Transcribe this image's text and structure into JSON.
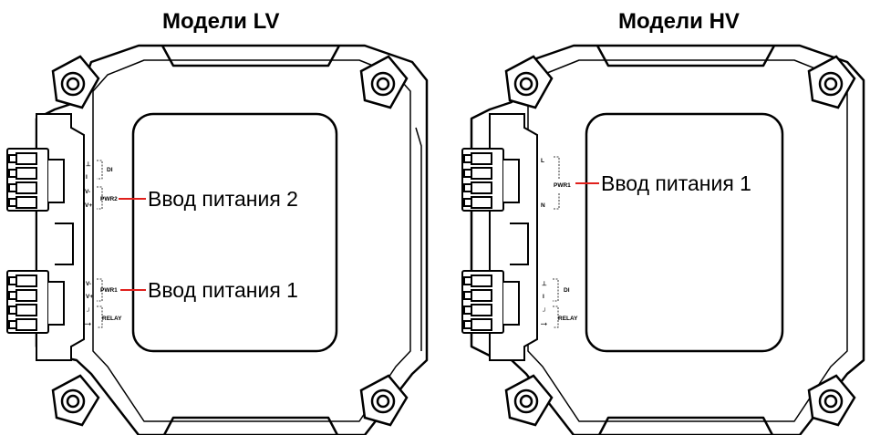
{
  "left": {
    "title": "Модели LV",
    "callout_top": "Ввод питания 2",
    "callout_bottom": "Ввод питания 1",
    "top_block": {
      "pins": [
        "⊥",
        "I",
        "V-",
        "V+"
      ],
      "group1": "DI",
      "group2": "PWR2"
    },
    "bottom_block": {
      "pins": [
        "V-",
        "V+",
        "┘",
        "⤍"
      ],
      "group1": "PWR1",
      "group2": "RELAY"
    }
  },
  "right": {
    "title": "Модели HV",
    "callout": "Ввод питания 1",
    "top_block": {
      "pins": [
        "L",
        "N"
      ],
      "group1": "PWR1"
    },
    "bottom_block": {
      "pins": [
        "⊥",
        "I",
        "┘",
        "⤍"
      ],
      "group1": "DI",
      "group2": "RELAY"
    }
  },
  "colors": {
    "outline": "#000000",
    "callout_line": "#e0201c",
    "background": "#ffffff"
  }
}
